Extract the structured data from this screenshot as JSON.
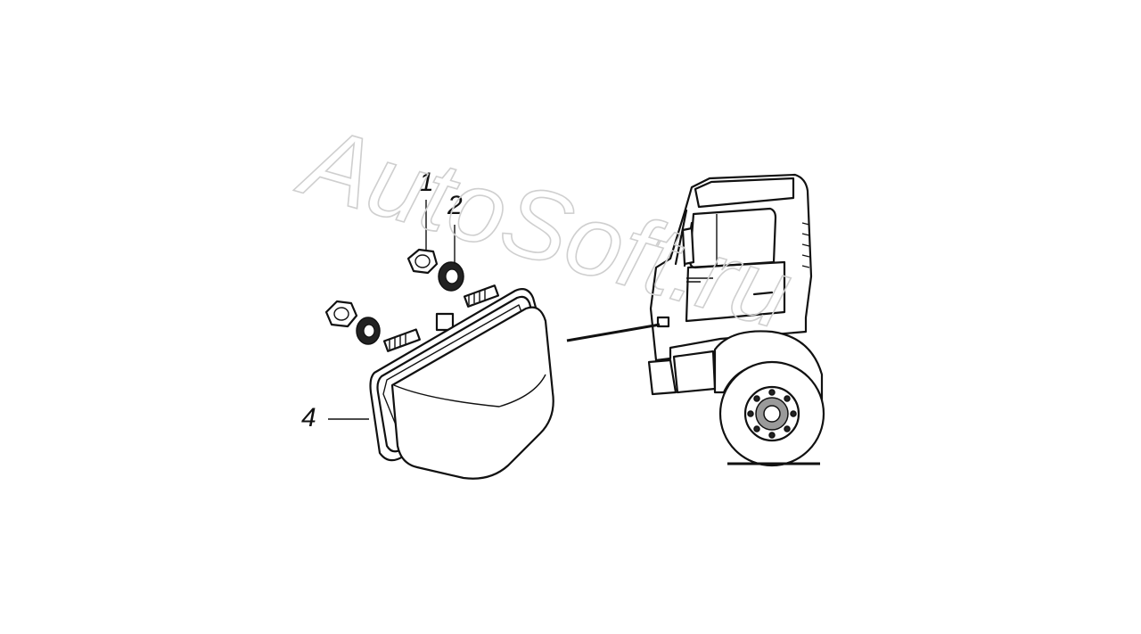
{
  "watermark": {
    "text": "AutoSoft.ru"
  },
  "callouts": [
    {
      "id": "1",
      "label": "1"
    },
    {
      "id": "2",
      "label": "2"
    },
    {
      "id": "4",
      "label": "4"
    }
  ],
  "colors": {
    "line": "#111111",
    "watermark": "#cfcfcf",
    "background": "#ffffff"
  }
}
